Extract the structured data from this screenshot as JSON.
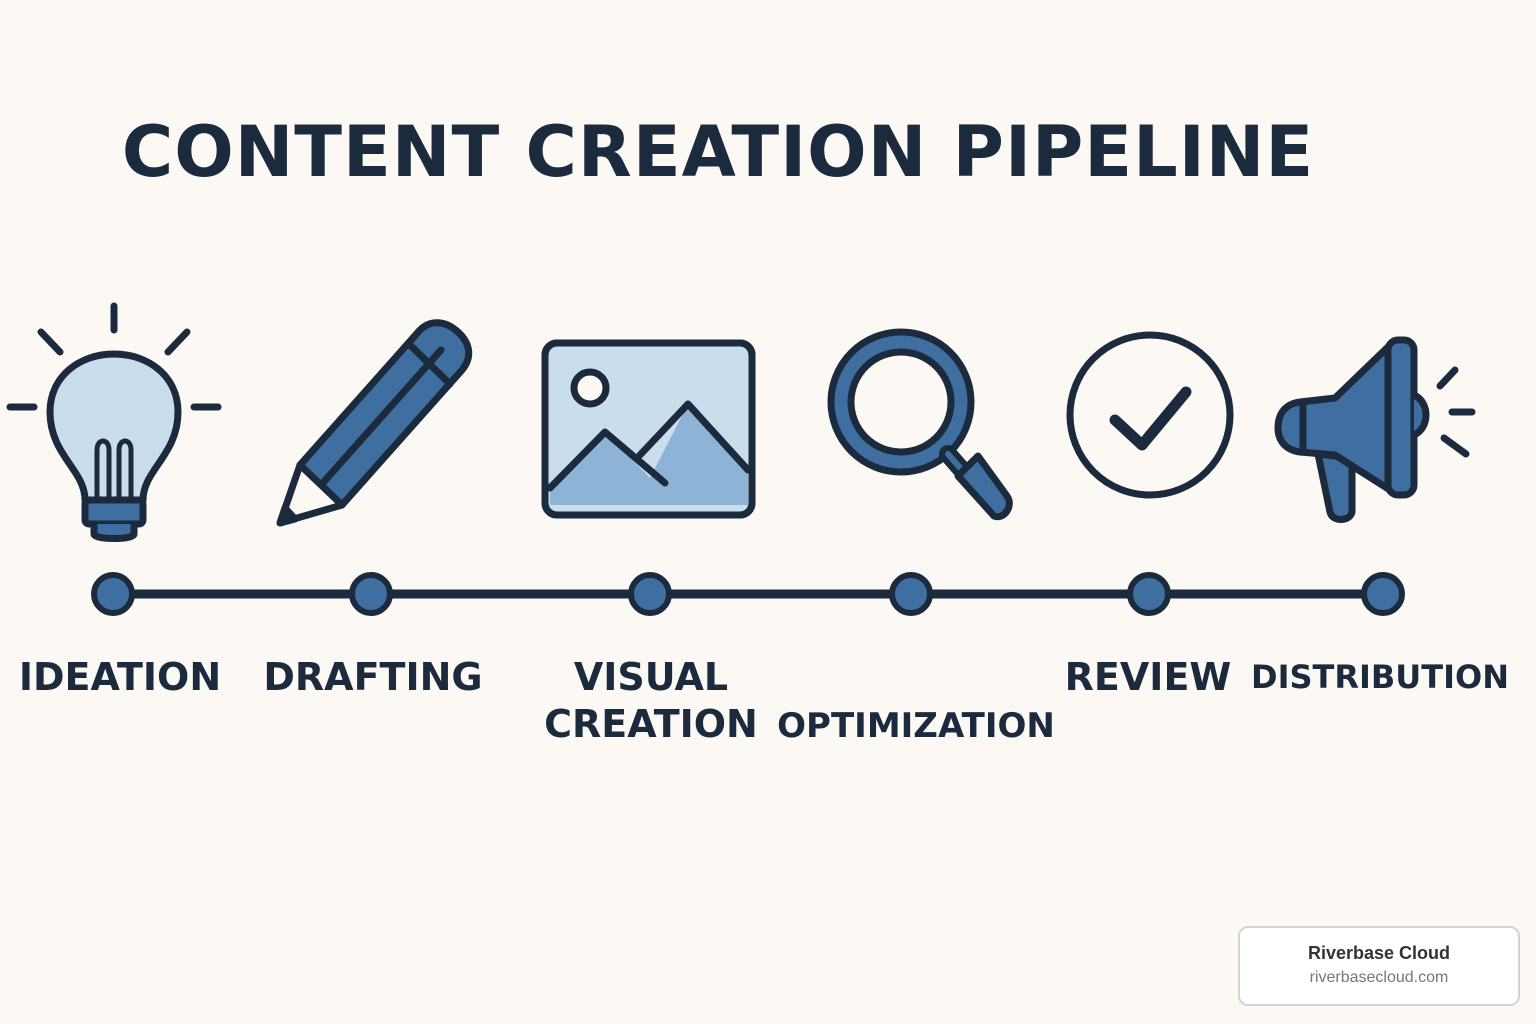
{
  "title": "CONTENT CREATION PIPELINE",
  "stages": [
    {
      "id": "ideation",
      "icon": "lightbulb-icon",
      "label_lines": [
        "IDEATION"
      ]
    },
    {
      "id": "drafting",
      "icon": "pencil-icon",
      "label_lines": [
        "DRAFTING"
      ]
    },
    {
      "id": "visual-creation",
      "icon": "image-icon",
      "label_lines": [
        "VISUAL",
        "CREATION"
      ]
    },
    {
      "id": "optimization",
      "icon": "magnifier-icon",
      "label_lines": [
        "OPTIMIZATION"
      ]
    },
    {
      "id": "review",
      "icon": "checkmark-circle-icon",
      "label_lines": [
        "REVIEW"
      ]
    },
    {
      "id": "distribution",
      "icon": "megaphone-icon",
      "label_lines": [
        "DISTRIBUTION"
      ]
    }
  ],
  "watermark": {
    "name": "Riverbase Cloud",
    "url": "riverbasecloud.com"
  },
  "colors": {
    "background": "#fcf9f5",
    "ink": "#1b2a3c",
    "accent": "#3f6ea0",
    "light_fill": "#c9dded",
    "mid_fill": "#8db3d7"
  }
}
